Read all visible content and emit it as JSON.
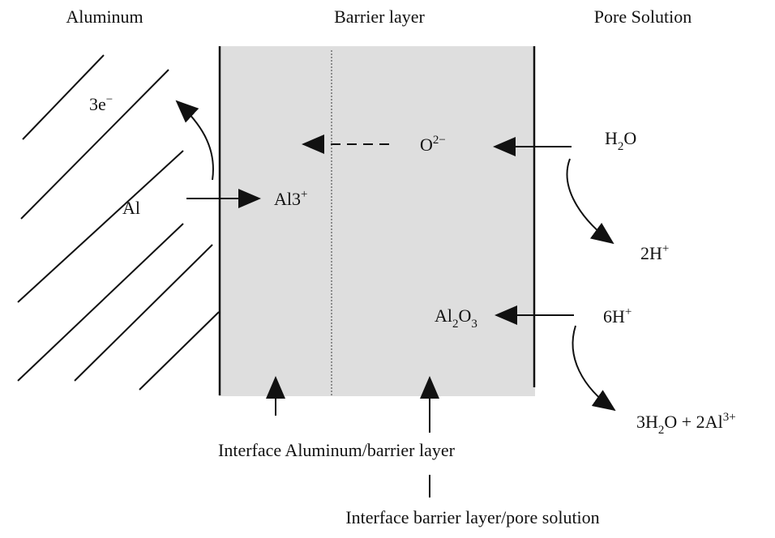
{
  "headers": {
    "aluminum": "Aluminum",
    "barrier": "Barrier layer",
    "pore": "Pore Solution"
  },
  "species": {
    "electrons_base": "3e",
    "electrons_sup": "−",
    "al": "Al",
    "al3_base": "Al3",
    "al3_sup": "+",
    "oxide_base": "O",
    "oxide_sup": "2−",
    "water_a": "H",
    "water_sub": "2",
    "water_b": "O",
    "proton2_base": "2H",
    "proton2_sup": "+",
    "alumina_a": "Al",
    "alumina_sub1": "2",
    "alumina_b": "O",
    "alumina_sub2": "3",
    "proton6_base": "6H",
    "proton6_sup": "+",
    "prod_a": "3H",
    "prod_sub": "2",
    "prod_b": "O + 2Al",
    "prod_sup": "3+"
  },
  "interfaces": {
    "metal_barrier": "Interface Aluminum/barrier layer",
    "barrier_pore": "Interface barrier layer/pore solution"
  },
  "colors": {
    "barrier_fill": "#dedede",
    "ink": "#111111"
  }
}
